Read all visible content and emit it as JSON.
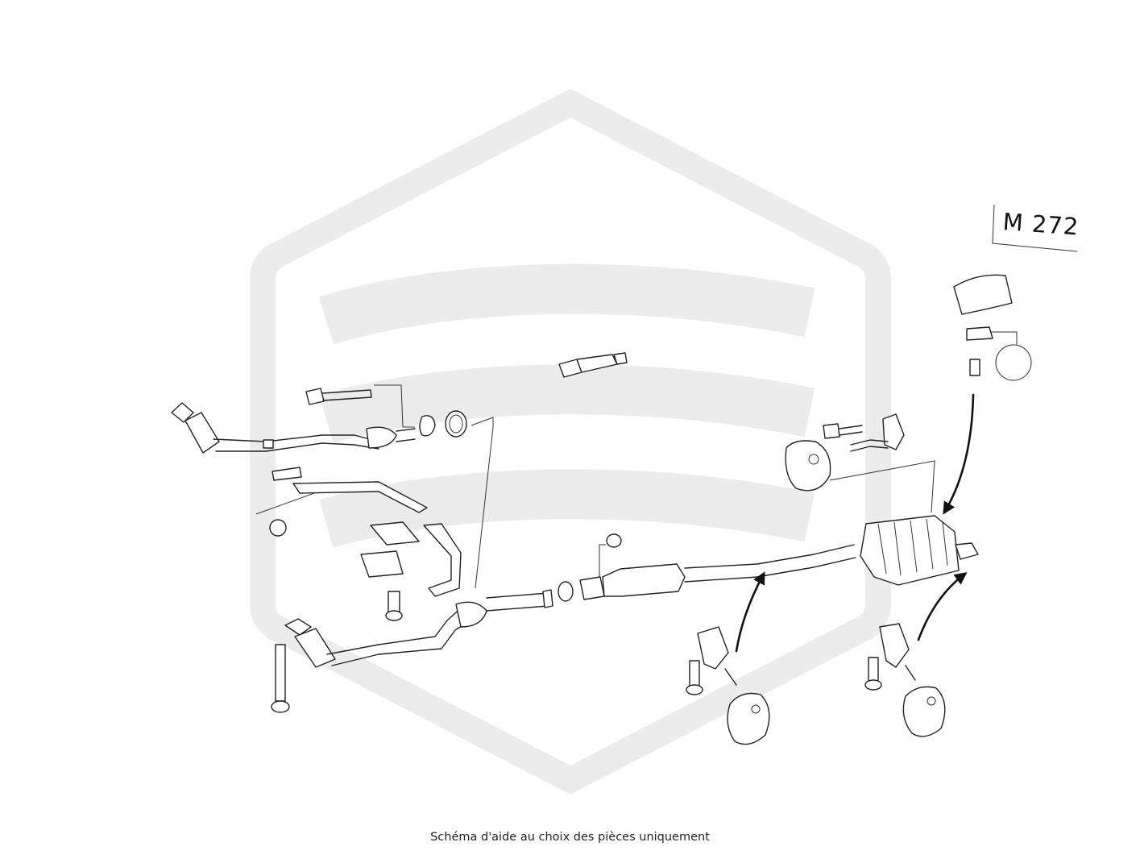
{
  "engine_code": "M 272",
  "caption": "Schéma d'aide au choix des pièces uniquement",
  "icons": {
    "watermark": "hexagon-wave-logo",
    "arrow": "assembly-arrow"
  },
  "colors": {
    "watermark": "#ececec",
    "line_art": "#222222"
  }
}
